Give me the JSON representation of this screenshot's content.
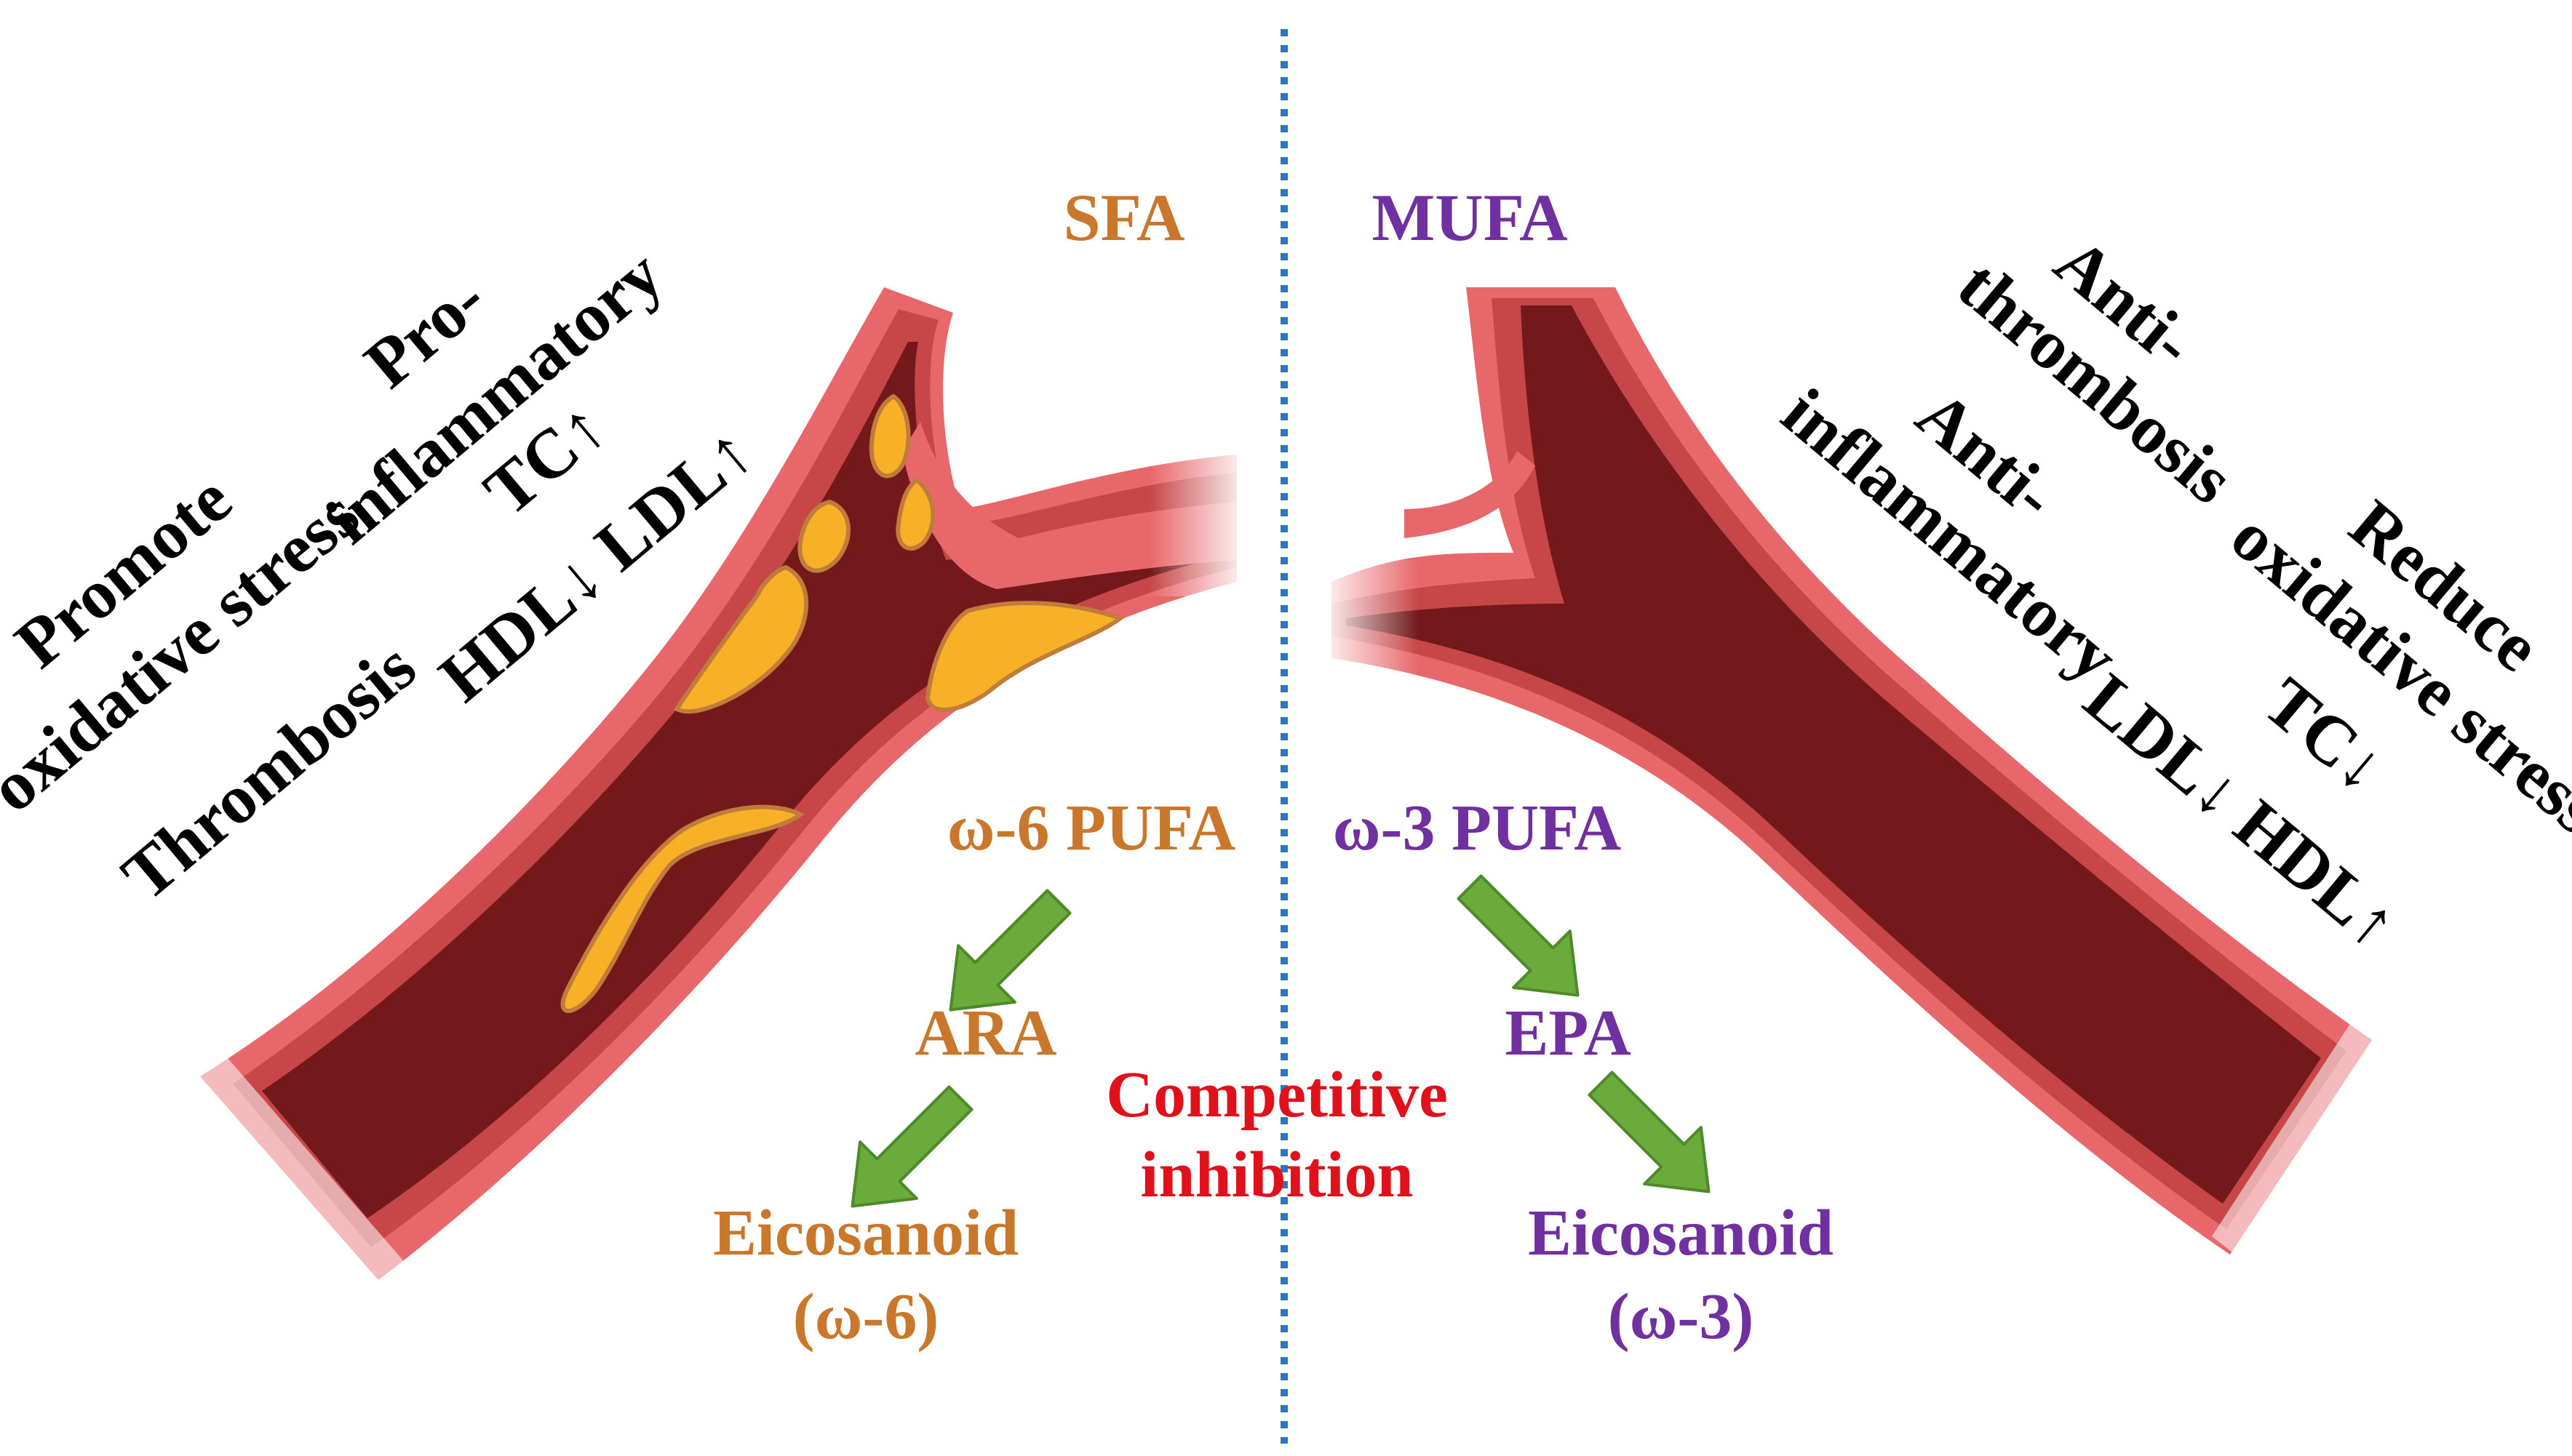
{
  "colors": {
    "saturated": "#c9772a",
    "unsaturated": "#7030a0",
    "inhibition": "#e0111b",
    "arrow": "#6aab3c",
    "vessel_wall": "#d95a5a",
    "vessel_lumen": "#74191b",
    "plaque": "#f8b027",
    "divider": "#2e75c0"
  },
  "left": {
    "title": "SFA",
    "effects": {
      "promote": "Promote",
      "oxidative_stress": "oxidative stress",
      "thrombosis": "Thrombosis",
      "pro": "Pro-",
      "inflammatory": "inflammatory",
      "tc": "TC↑",
      "hdl_ldl": "HDL↓ LDL↑"
    },
    "pathway": {
      "pufa": "ω-6 PUFA",
      "ara": "ARA",
      "eicosanoid": "Eicosanoid",
      "eicosanoid_type": "(ω-6)"
    }
  },
  "right": {
    "title": "MUFA",
    "effects": {
      "anti_thrombosis_1": "Anti-",
      "anti_thrombosis_2": "thrombosis",
      "anti_inflammatory_1": "Anti-",
      "anti_inflammatory_2": "inflammatory",
      "reduce": "Reduce",
      "oxidative_stress": "oxidative stress",
      "tc": "TC↓",
      "ldl_hdl": "LDL↓ HDL↑"
    },
    "pathway": {
      "pufa": "ω-3 PUFA",
      "epa": "EPA",
      "eicosanoid": "Eicosanoid",
      "eicosanoid_type": "(ω-3)"
    }
  },
  "center": {
    "inhibition_line1": "Competitive",
    "inhibition_line2": "inhibition"
  }
}
